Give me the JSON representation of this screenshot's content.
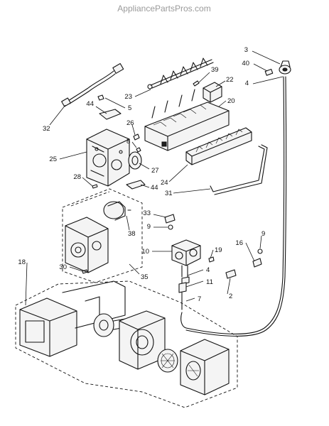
{
  "watermark": "AppliancePartsPros.com",
  "callouts": [
    {
      "id": "3",
      "text": "3"
    },
    {
      "id": "40",
      "text": "40"
    },
    {
      "id": "4a",
      "text": "4"
    },
    {
      "id": "39",
      "text": "39"
    },
    {
      "id": "22",
      "text": "22"
    },
    {
      "id": "23",
      "text": "23"
    },
    {
      "id": "20",
      "text": "20"
    },
    {
      "id": "5",
      "text": "5"
    },
    {
      "id": "44a",
      "text": "44"
    },
    {
      "id": "32",
      "text": "32"
    },
    {
      "id": "26",
      "text": "26"
    },
    {
      "id": "8",
      "text": "8"
    },
    {
      "id": "25",
      "text": "25"
    },
    {
      "id": "27",
      "text": "27"
    },
    {
      "id": "28",
      "text": "28"
    },
    {
      "id": "44b",
      "text": "44"
    },
    {
      "id": "24",
      "text": "24"
    },
    {
      "id": "31",
      "text": "31"
    },
    {
      "id": "33",
      "text": "33"
    },
    {
      "id": "9a",
      "text": "9"
    },
    {
      "id": "38",
      "text": "38"
    },
    {
      "id": "9b",
      "text": "9"
    },
    {
      "id": "16",
      "text": "16"
    },
    {
      "id": "10",
      "text": "10"
    },
    {
      "id": "19",
      "text": "19"
    },
    {
      "id": "18",
      "text": "18"
    },
    {
      "id": "30",
      "text": "30"
    },
    {
      "id": "35",
      "text": "35"
    },
    {
      "id": "4b",
      "text": "4"
    },
    {
      "id": "11",
      "text": "11"
    },
    {
      "id": "2",
      "text": "2"
    },
    {
      "id": "7",
      "text": "7"
    }
  ]
}
